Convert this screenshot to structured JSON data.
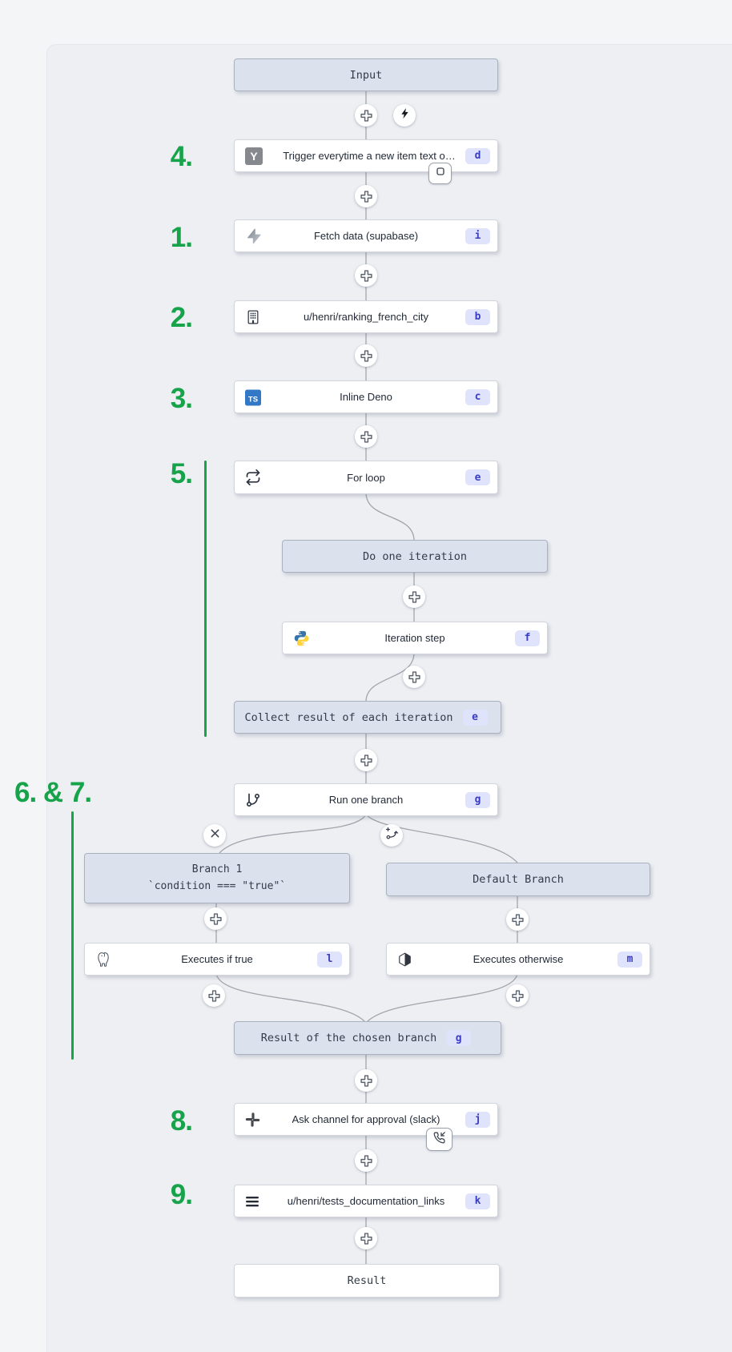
{
  "colors": {
    "accent_green": "#16a34a",
    "badge_bg": "#dfe3fb",
    "badge_text": "#3b3ec0",
    "header_node_bg": "#dbe2ee",
    "canvas_bg": "#edeff3",
    "outer_bg": "#f3f5f6"
  },
  "annotations": {
    "s4": "4.",
    "s1": "1.",
    "s2": "2.",
    "s3": "3.",
    "s5": "5.",
    "s67": "6. & 7.",
    "s8": "8.",
    "s9": "9."
  },
  "nodes": {
    "input": {
      "label": "Input"
    },
    "trigger": {
      "label": "Trigger everytime a new item text o…",
      "badge": "d",
      "icon": "hackernews-y"
    },
    "fetch": {
      "label": "Fetch data (supabase)",
      "badge": "i",
      "icon": "supabase-bolt"
    },
    "ranking": {
      "label": "u/henri/ranking_french_city",
      "badge": "b",
      "icon": "building"
    },
    "deno": {
      "label": "Inline Deno",
      "badge": "c",
      "icon": "typescript"
    },
    "forloop": {
      "label": "For loop",
      "badge": "e",
      "icon": "repeat"
    },
    "do_iteration": {
      "label": "Do one iteration"
    },
    "iteration_step": {
      "label": "Iteration step",
      "badge": "f",
      "icon": "python"
    },
    "collect": {
      "label": "Collect result of each iteration",
      "badge": "e"
    },
    "run_branch": {
      "label": "Run one branch",
      "badge": "g",
      "icon": "git-branch"
    },
    "branch1": {
      "label": "Branch 1",
      "condition": "`condition === \"true\"`"
    },
    "default_branch": {
      "label": "Default Branch"
    },
    "exec_true": {
      "label": "Executes if true",
      "badge": "l",
      "icon": "postgresql"
    },
    "exec_otherwise": {
      "label": "Executes otherwise",
      "badge": "m",
      "icon": "cube"
    },
    "result_branch": {
      "label": "Result of the chosen branch",
      "badge": "g"
    },
    "ask_approval": {
      "label": "Ask channel for approval (slack)",
      "badge": "j",
      "icon": "slack"
    },
    "tests_docs": {
      "label": "u/henri/tests_documentation_links",
      "badge": "k",
      "icon": "list"
    },
    "result": {
      "label": "Result"
    }
  }
}
